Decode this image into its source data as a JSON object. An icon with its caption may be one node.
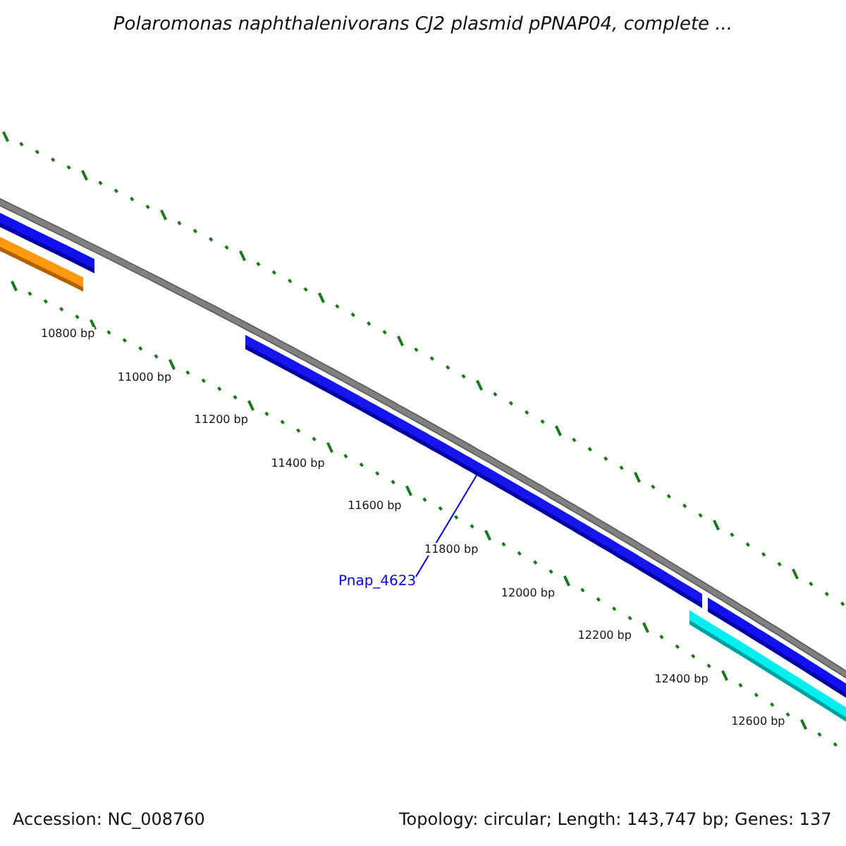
{
  "diagram": {
    "title": "Polaromonas naphthalenivorans CJ2 plasmid pPNAP04, complete ...",
    "nodes": [
      {
        "text": [
          "Pnap_4623"
        ]
      },
      {
        "text": [],
        "shape": "bar"
      }
    ],
    "edges": [
      {
        "from": 0,
        "to": 1,
        "arrow": "none"
      }
    ],
    "labels": [
      "10800 bp",
      "11000 bp",
      "11200 bp",
      "11400 bp",
      "11600 bp",
      "11800 bp",
      "12000 bp",
      "12200 bp",
      "12400 bp",
      "12600 bp",
      "Accession: NC_008760",
      "Topology: circular; Length: 143,747 bp; Genes: 137"
    ]
  }
}
